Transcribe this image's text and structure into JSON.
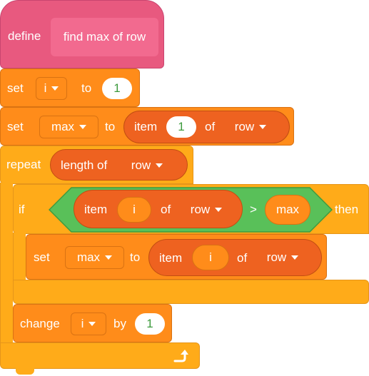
{
  "colors": {
    "define": "#e8597f",
    "define_inner": "#f26a8f",
    "control": "#ffab19",
    "control_dark": "#e6951a",
    "variable": "#ff8c1a",
    "variable_dark": "#d97212",
    "list": "#ee6220",
    "list_dark": "#c24e12",
    "operator": "#59c059",
    "number_text": "#3d9a3d"
  },
  "define_block": {
    "keyword": "define",
    "name": "find max of row"
  },
  "set_i": {
    "keyword": "set",
    "var": "i",
    "to": "to",
    "value": "1"
  },
  "set_max": {
    "keyword": "set",
    "var": "max",
    "to": "to",
    "item_keyword": "item",
    "index": "1",
    "of": "of",
    "list": "row"
  },
  "repeat_block": {
    "keyword": "repeat",
    "length_label": "length of",
    "list": "row"
  },
  "if_block": {
    "keyword": "if",
    "then": "then",
    "condition": {
      "item_keyword": "item",
      "index_var": "i",
      "of": "of",
      "list": "row",
      "operator": ">",
      "right_var": "max"
    }
  },
  "inner_set": {
    "keyword": "set",
    "var": "max",
    "to": "to",
    "item_keyword": "item",
    "index_var": "i",
    "of": "of",
    "list": "row"
  },
  "change_block": {
    "keyword": "change",
    "var": "i",
    "by": "by",
    "value": "1"
  },
  "icons": {
    "loop_arrow": "loop-arrow-icon",
    "dropdown": "dropdown-caret-icon"
  }
}
